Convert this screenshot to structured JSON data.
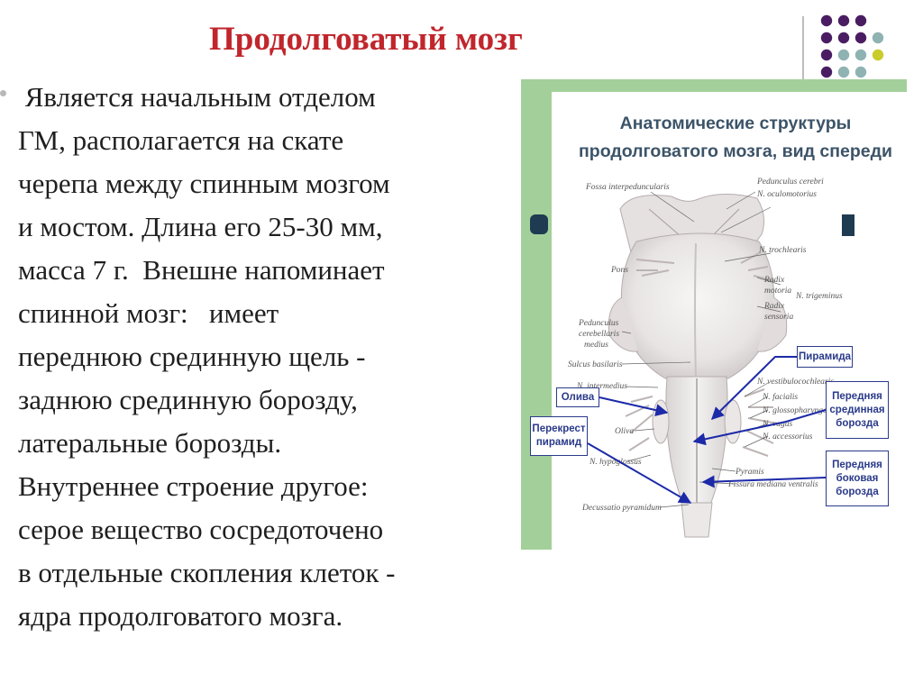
{
  "title": "Продолговатый мозг",
  "body_lines": [
    " Является начальным отделом",
    "ГМ, располагается на скате",
    "черепа между спинным мозгом",
    "и мостом. Длина его 25-30 мм,",
    "масса 7 г.  Внешне напоминает",
    "спинной мозг:   имеет",
    "переднюю срединную щель -",
    "заднюю срединную борозду,",
    "латеральные борозды.",
    "Внутреннее строение другое:",
    "серое вещество сосредоточено",
    "в отдельные скопления клеток -",
    "ядра продолговатого мозга."
  ],
  "figure": {
    "title_line1": "Анатомические структуры",
    "title_line2": "продолговатого мозга, вид спереди",
    "latin_labels": {
      "fossa": "Fossa interpeduncularis",
      "pedunculus_cerebri": "Pedunculus cerebri",
      "n_oculomotorius": "N. oculomotorius",
      "n_trochlearis": "N. trochlearis",
      "pons": "Pons",
      "radix_motoria_1": "Radix",
      "radix_motoria_2": "motoria",
      "radix_sensoria_1": "Radix",
      "radix_sensoria_2": "sensoria",
      "n_trigeminus": "N. trigeminus",
      "ped_cerebellaris_1": "Pedunculus",
      "ped_cerebellaris_2": "cerebellaris",
      "ped_cerebellaris_3": "medius",
      "sulcus_basilaris": "Sulcus basilaris",
      "n_intermedius": "N. intermedius",
      "n_vestibulocochlearis": "N. vestibulocochlearis",
      "n_facialis": "N. facialis",
      "n_glossopharyngeus": "N. glossopharyngeus",
      "n_vagus": "N. vagus",
      "n_accessorius": "N. accessorius",
      "oliva": "Oliva",
      "n_hypoglossus": "N. hypoglossus",
      "pyramis": "Pyramis",
      "fissura": "Fissura mediana ventralis",
      "decussatio": "Decussatio pyramidum"
    },
    "ru_labels": {
      "piramida": "Пирамида",
      "oliva": "Олива",
      "perekrest_1": "Перекрест",
      "perekrest_2": "пирамид",
      "perednyaya_sredinnaya_1": "Передняя",
      "perednyaya_sredinnaya_2": "срединная",
      "perednyaya_sredinnaya_3": "борозда",
      "perednyaya_bokovaya_1": "Передняя",
      "perednyaya_bokovaya_2": "боковая",
      "perednyaya_bokovaya_3": "борозда"
    }
  },
  "colors": {
    "title": "#c0262c",
    "text": "#1f1f1f",
    "accent_green": "#a3d09a",
    "dot_purple": "#4a1d63",
    "dot_teal": "#8fb2b2",
    "dot_yellow": "#c9cc2a",
    "label_blue": "#2a3a8a"
  },
  "decoration": {
    "dot_grid_pattern": [
      [
        "purple",
        "purple",
        "purple",
        ""
      ],
      [
        "purple",
        "purple",
        "purple",
        "teal"
      ],
      [
        "purple",
        "teal",
        "teal",
        "yellow"
      ],
      [
        "purple",
        "teal",
        "teal",
        ""
      ]
    ]
  }
}
